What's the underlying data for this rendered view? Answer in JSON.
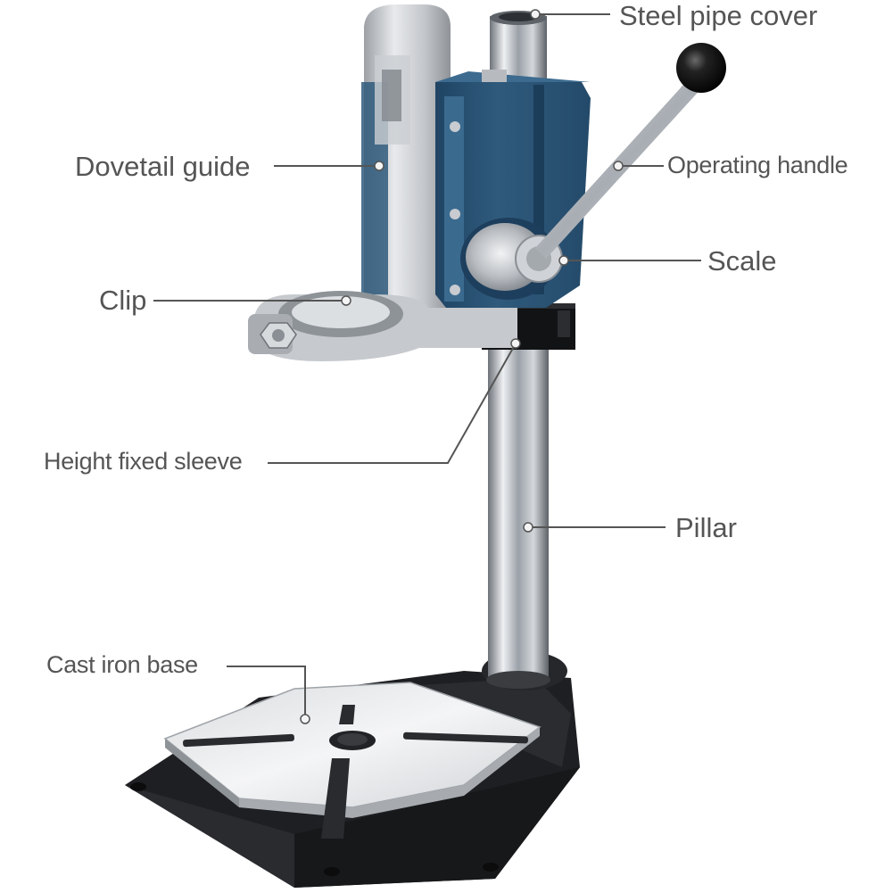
{
  "diagram": {
    "labels": {
      "steel_pipe_cover": "Steel pipe cover",
      "dovetail_guide": "Dovetail guide",
      "operating_handle": "Operating handle",
      "scale": "Scale",
      "clip": "Clip",
      "height_fixed_sleeve": "Height fixed sleeve",
      "pillar": "Pillar",
      "cast_iron_base": "Cast iron base"
    },
    "colors": {
      "label_text": "#555555",
      "leader_line": "#555555",
      "carriage_blue": "#2f5a7c",
      "base_black": "#1e1f22",
      "table_silver": "#e4e6e8",
      "pillar_chrome": "#b8bcc2",
      "knob_black": "#111111"
    }
  }
}
